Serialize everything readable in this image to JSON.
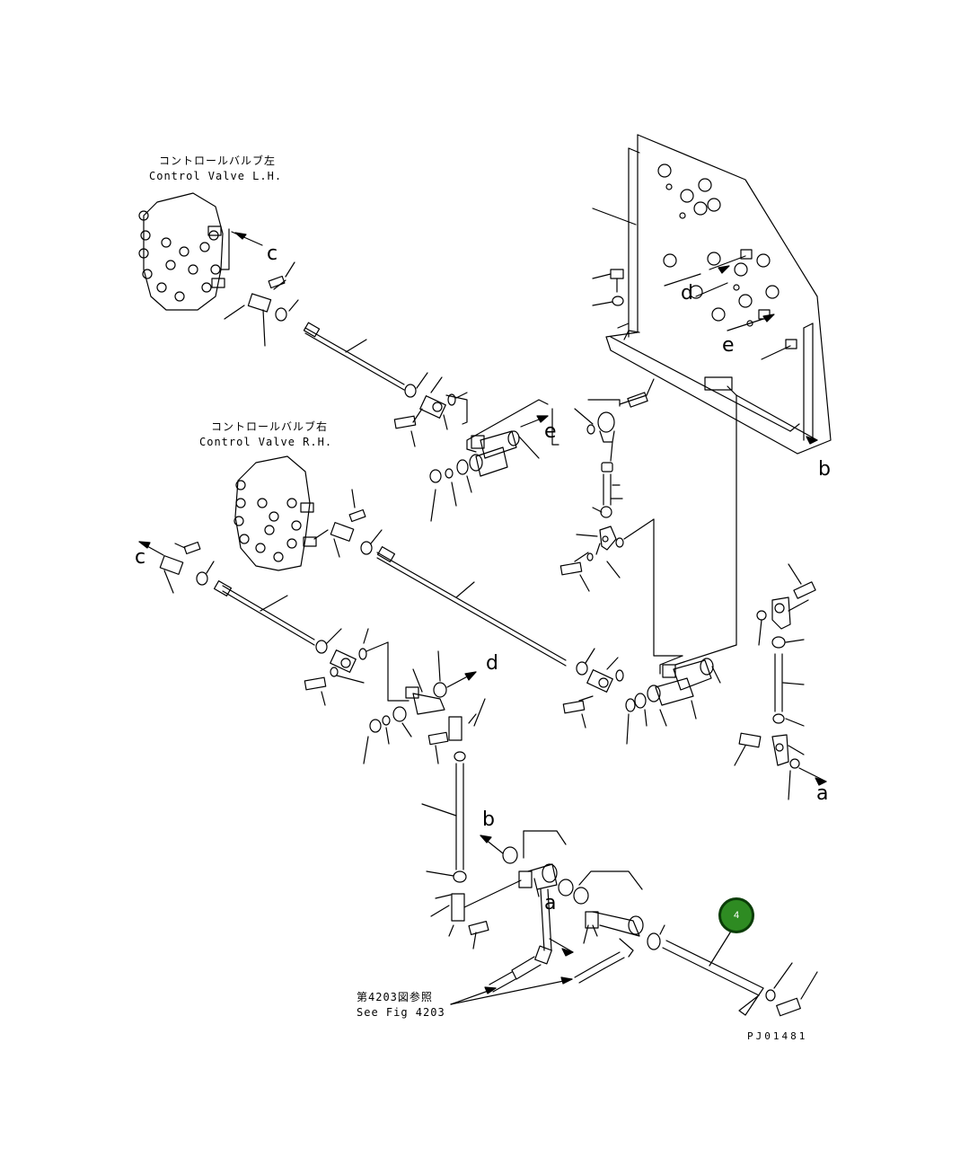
{
  "labels": {
    "cv_left_jp": "コントロールバルブ左",
    "cv_left_en": "Control Valve L.H.",
    "cv_right_jp": "コントロールバルブ右",
    "cv_right_en": "Control Valve R.H.",
    "see_fig_jp": "第4203図参照",
    "see_fig_en": "See Fig 4203",
    "code": "PJ01481"
  },
  "refs": {
    "c1": "c",
    "c2": "c",
    "d1": "d",
    "d2": "d",
    "e1": "e",
    "e2": "e",
    "b1": "b",
    "b2": "b",
    "a1": "a",
    "a2": "a"
  },
  "callout": {
    "number": "4",
    "color": "#2e8b22"
  }
}
